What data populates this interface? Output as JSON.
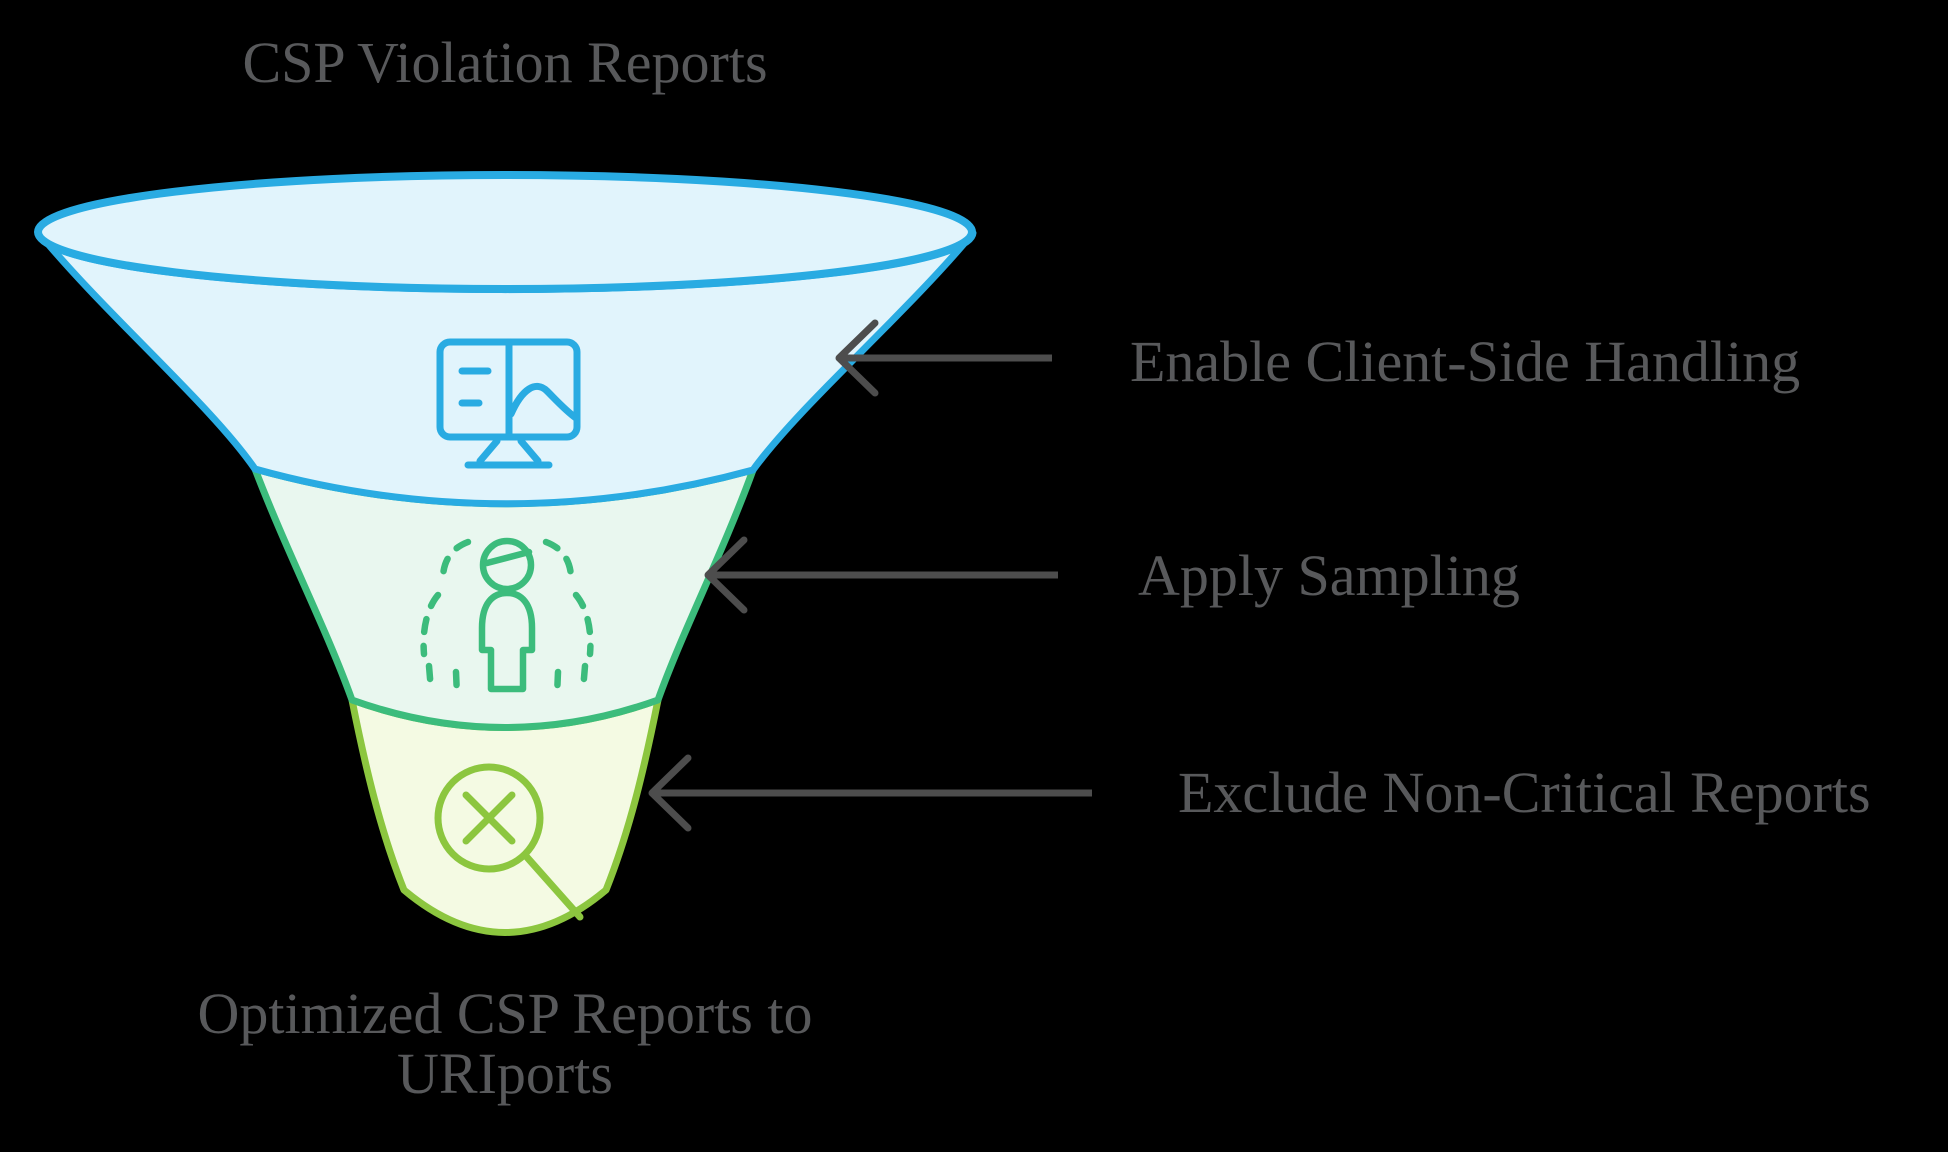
{
  "title": "CSP Violation Reports",
  "funnel": {
    "stages": [
      {
        "icon": "monitor-icon",
        "stroke": "#29ABE2",
        "fill": "#E1F4FC"
      },
      {
        "icon": "people-sampling-icon",
        "stroke": "#3CBC7C",
        "fill": "#E9F7EF"
      },
      {
        "icon": "magnifier-x-icon",
        "stroke": "#8CC63F",
        "fill": "#F4FAE3"
      }
    ],
    "output_label": {
      "line1": "Optimized CSP Reports to",
      "line2": "URIports"
    }
  },
  "annotations": [
    {
      "label": "Enable Client-Side Handling"
    },
    {
      "label": "Apply Sampling"
    },
    {
      "label": "Exclude Non-Critical Reports"
    }
  ],
  "colors": {
    "background": "#000000",
    "text": "#58595B",
    "arrow": "#4D4D4D",
    "stage1_stroke": "#29ABE2",
    "stage1_fill": "#E1F4FC",
    "stage2_stroke": "#3CBC7C",
    "stage2_fill": "#E9F7EF",
    "stage3_stroke": "#8CC63F",
    "stage3_fill": "#F4FAE3"
  }
}
